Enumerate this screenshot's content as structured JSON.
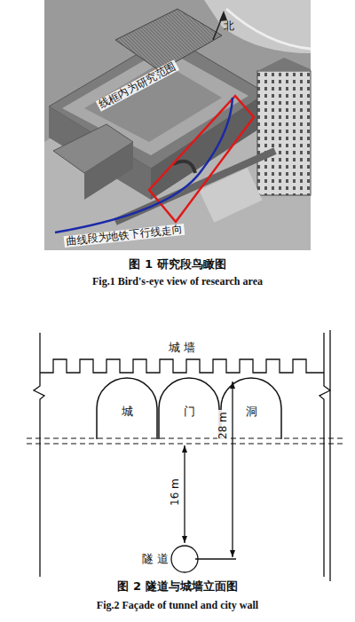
{
  "diagram": {
    "nodes": [
      {
        "text": [
          "城"
        ]
      },
      {
        "text": [
          "门"
        ]
      },
      {
        "text": [
          "洞"
        ]
      }
    ],
    "labels": [
      "线框内为研究范围",
      "北",
      "曲线段为地铁下行线走向",
      "图 1 研究段鸟瞰图",
      "Fig.1 Bird's-eye view of research area",
      "城 墙",
      "16 m",
      "28 m",
      "隧 道",
      "图 2 隧道与城墙立面图",
      "Fig.2 Façade of tunnel and city wall"
    ]
  }
}
